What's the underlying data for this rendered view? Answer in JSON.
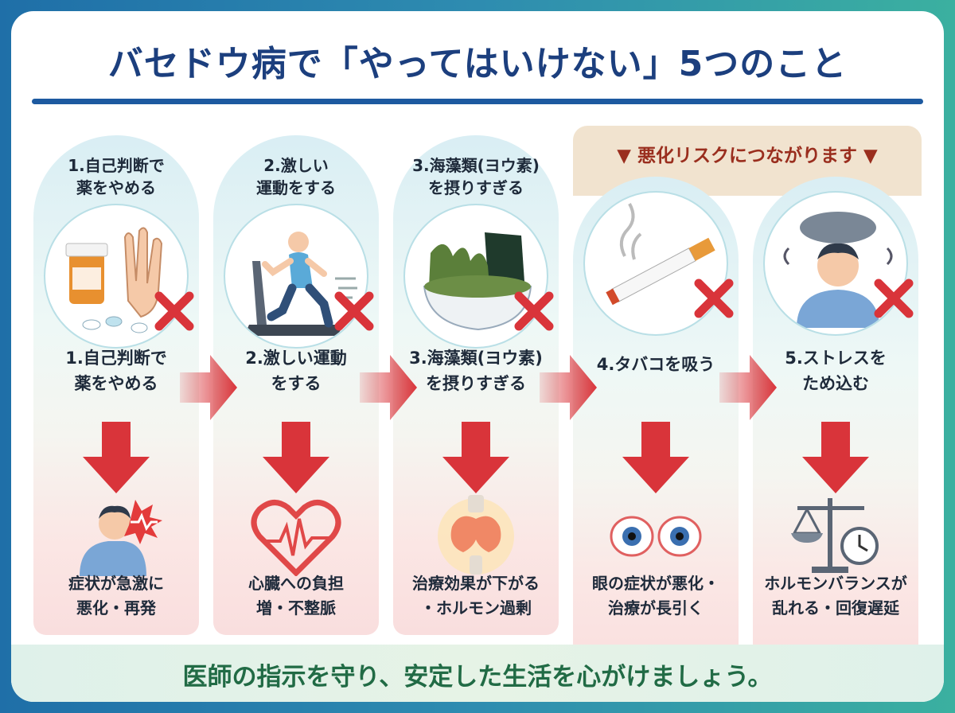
{
  "title": "バセドウ病で「やってはいけない」5つのこと",
  "risk_banner": "▼ 悪化リスクにつながります ▼",
  "footer": "医師の指示を守り、安定した生活を心がけましょう。",
  "items": [
    {
      "header": "1.自己判断で\n薬をやめる",
      "action": "1.自己判断で\n薬をやめる",
      "result": "症状が急激に\n悪化・再発",
      "icon": "medicine-stop-icon",
      "effect_icon": "chest-pain-icon"
    },
    {
      "header": "2.激しい\n運動をする",
      "action": "2.激しい運動\nをする",
      "result": "心臓への負担\n増・不整脈",
      "icon": "treadmill-runner-icon",
      "effect_icon": "heart-ecg-icon"
    },
    {
      "header": "3.海藻類(ヨウ素)\nを摂りすぎる",
      "action": "3.海藻類(ヨウ素)\nを摂りすぎる",
      "result": "治療効果が下がる\n・ホルモン過剰",
      "icon": "seaweed-bowl-icon",
      "effect_icon": "thyroid-icon"
    },
    {
      "header": "",
      "action": "4.タバコを吸う",
      "result": "眼の症状が悪化・\n治療が長引く",
      "icon": "cigarette-icon",
      "effect_icon": "red-eyes-icon"
    },
    {
      "header": "",
      "action": "5.ストレスを\nため込む",
      "result": "ホルモンバランスが\n乱れる・回復遅延",
      "icon": "stressed-person-icon",
      "effect_icon": "scale-clock-icon"
    }
  ],
  "colors": {
    "title": "#1c3f7e",
    "accent_red": "#d9343a",
    "footer_text": "#216b45",
    "risk_band": "#f1e3cf"
  }
}
